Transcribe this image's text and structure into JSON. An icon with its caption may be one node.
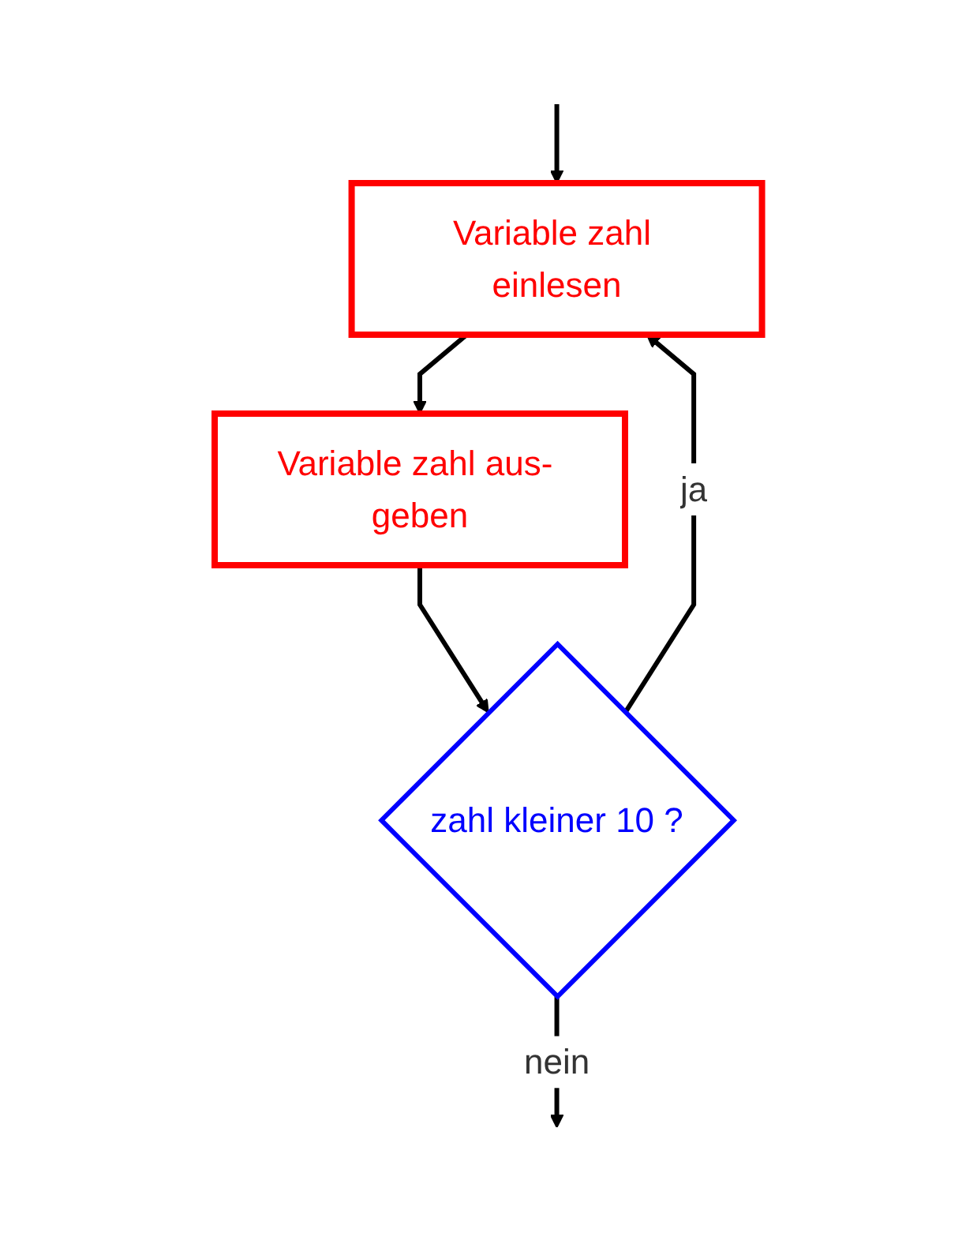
{
  "diagram": {
    "nodes": [
      {
        "text": [
          "Variable zahl einlesen"
        ]
      },
      {
        "text": [
          "Variable zahl aus- geben"
        ]
      },
      {
        "text": [
          "zahl kleiner 10 ?"
        ]
      }
    ],
    "edges": [
      {
        "from": null,
        "to": 0,
        "arrow": "to"
      },
      {
        "from": 0,
        "to": 1,
        "arrow": "to"
      },
      {
        "from": 1,
        "to": 2,
        "arrow": "to"
      },
      {
        "from": 2,
        "to": 0,
        "arrow": "to",
        "label": "ja"
      },
      {
        "from": 2,
        "to": null,
        "arrow": "to",
        "label": "nein"
      }
    ]
  }
}
